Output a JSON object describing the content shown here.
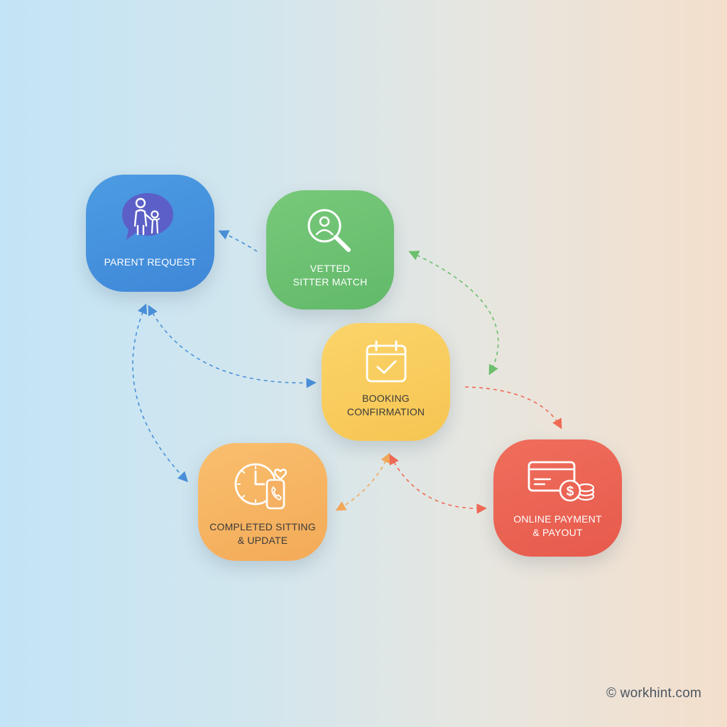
{
  "diagram": {
    "nodes": [
      {
        "id": "parent",
        "label": "PARENT REQUEST",
        "icon": "parent-child-chat-icon",
        "color": "#4591dd"
      },
      {
        "id": "vetted",
        "label": "VETTED\nSITTER MATCH",
        "icon": "magnifier-person-icon",
        "color": "#6cc172"
      },
      {
        "id": "booking",
        "label": "BOOKING\nCONFIRMATION",
        "icon": "calendar-check-icon",
        "color": "#f8cc5e"
      },
      {
        "id": "completed",
        "label": "COMPLETED SITTING\n& UPDATE",
        "icon": "clock-phone-heart-icon",
        "color": "#f6b563"
      },
      {
        "id": "payment",
        "label": "ONLINE PAYMENT\n& PAYOUT",
        "icon": "card-coins-icon",
        "color": "#ea6454"
      }
    ],
    "connectors": [
      {
        "from": "vetted",
        "to": "parent",
        "color": "#4a90d9"
      },
      {
        "from": "parent",
        "to": "booking",
        "color": "#4a90d9",
        "bidirectional": true
      },
      {
        "from": "parent",
        "to": "completed",
        "color": "#4a90d9",
        "bidirectional": true
      },
      {
        "from": "vetted",
        "to": "booking",
        "color": "#6cbf6c",
        "bidirectional": true
      },
      {
        "from": "booking",
        "to": "payment",
        "color": "#ef6a55"
      },
      {
        "from": "booking",
        "to": "completed",
        "color": "#f3a85a",
        "bidirectional": true
      },
      {
        "from": "booking",
        "to": "payment",
        "color": "#ef6a55",
        "bidirectional": true
      }
    ]
  },
  "footer": {
    "credit": "© workhint.com"
  }
}
